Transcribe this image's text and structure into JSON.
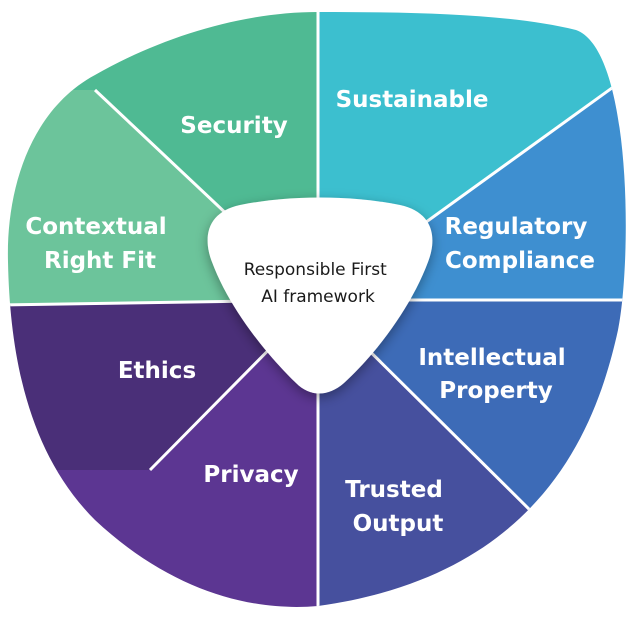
{
  "diagram": {
    "center": {
      "lines": [
        "Responsible First",
        "AI framework"
      ]
    },
    "segments": [
      {
        "id": "sustainable",
        "lines": [
          "Sustainable"
        ],
        "color": "#3cbfcf"
      },
      {
        "id": "regulatory-compliance",
        "lines": [
          "Regulatory",
          "Compliance"
        ],
        "color": "#3e8fd0"
      },
      {
        "id": "intellectual-property",
        "lines": [
          "Intellectual",
          "Property"
        ],
        "color": "#3d6bb7"
      },
      {
        "id": "trusted-output",
        "lines": [
          "Trusted",
          "Output"
        ],
        "color": "#46509e"
      },
      {
        "id": "privacy",
        "lines": [
          "Privacy"
        ],
        "color": "#5c3692"
      },
      {
        "id": "ethics",
        "lines": [
          "Ethics"
        ],
        "color": "#4a2f78"
      },
      {
        "id": "contextual-right-fit",
        "lines": [
          "Contextual",
          "Right Fit"
        ],
        "color": "#6cc49b"
      },
      {
        "id": "security",
        "lines": [
          "Security"
        ],
        "color": "#4fba93"
      }
    ]
  }
}
